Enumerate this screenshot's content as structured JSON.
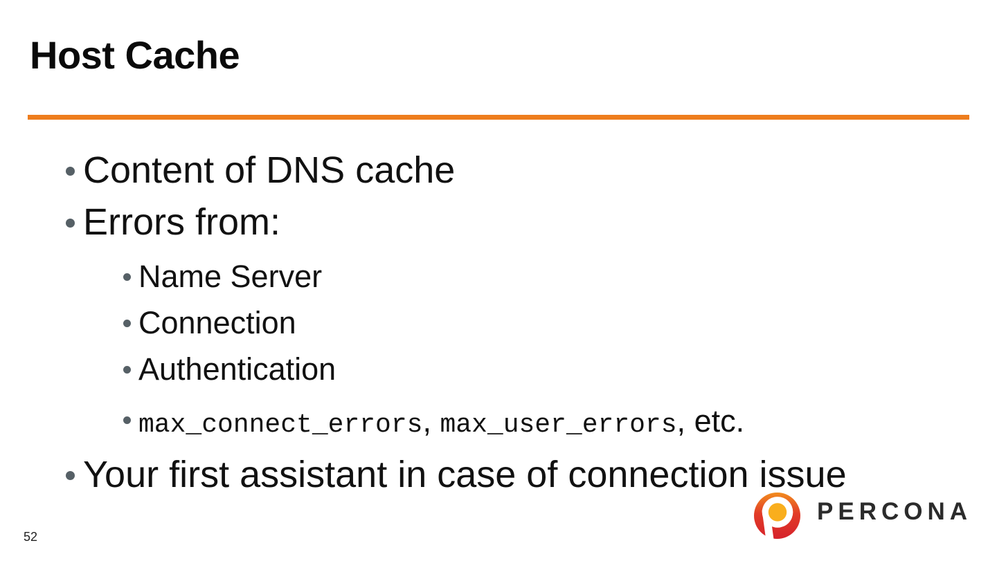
{
  "slide": {
    "title": "Host Cache",
    "page_number": "52"
  },
  "content": {
    "bullet1": "Content of DNS cache",
    "bullet2": "Errors from:",
    "sub1": "Name Server",
    "sub2": "Connection",
    "sub3": "Authentication",
    "code_line": {
      "code1": "max_connect_errors",
      "sep1": ", ",
      "code2": "max_user_errors",
      "sep2": ", ",
      "tail": "etc."
    },
    "bullet3": "Your first assistant in case of connection issue"
  },
  "branding": {
    "logo": "percona-logo",
    "wordmark": "PERCONA"
  },
  "colors": {
    "accent_rule": "#EE7D1D",
    "bullet_dot": "#566066",
    "text": "#111111",
    "logo_orange_top": "#F28C1E",
    "logo_red": "#D6222B",
    "logo_yellow": "#F9AE1D",
    "wordmark": "#2B2B2B"
  }
}
